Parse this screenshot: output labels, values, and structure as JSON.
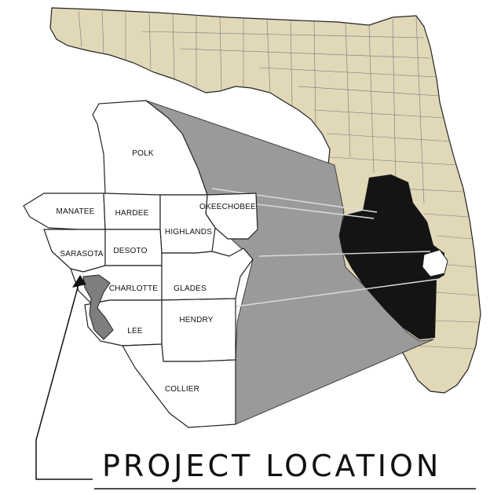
{
  "title": "PROJECT LOCATION",
  "colors": {
    "state_fill": "#e1d8b8",
    "inset_fill": "#ffffff",
    "highlight_fill": "#141414",
    "wedge_fill": "#9a9a9a",
    "outline": "#222222"
  },
  "inset_counties": [
    {
      "id": "polk",
      "label": "POLK"
    },
    {
      "id": "manatee",
      "label": "MANATEE"
    },
    {
      "id": "hardee",
      "label": "HARDEE"
    },
    {
      "id": "okeechobee",
      "label": "OKEECHOBEE"
    },
    {
      "id": "highlands",
      "label": "HIGHLANDS"
    },
    {
      "id": "sarasota",
      "label": "SARASOTA"
    },
    {
      "id": "desoto",
      "label": "DESOTO"
    },
    {
      "id": "charlotte",
      "label": "CHARLOTTE"
    },
    {
      "id": "glades",
      "label": "GLADES"
    },
    {
      "id": "lee",
      "label": "LEE"
    },
    {
      "id": "hendry",
      "label": "HENDRY"
    },
    {
      "id": "collier",
      "label": "COLLIER"
    }
  ]
}
